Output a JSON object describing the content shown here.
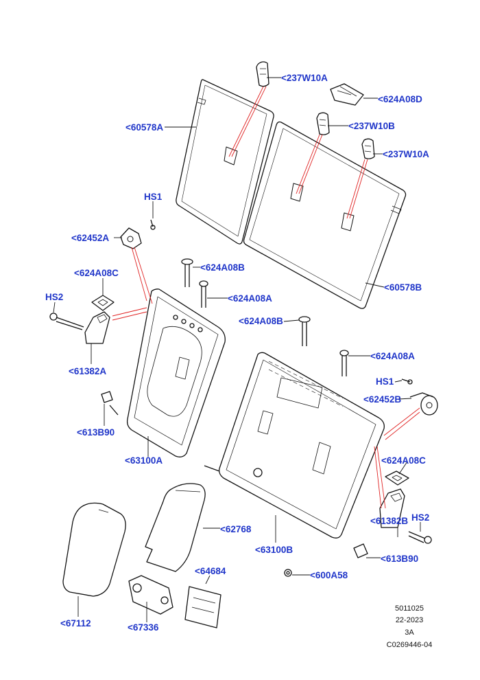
{
  "colors": {
    "label": "#1f35c9",
    "callout": "#e02020",
    "line": "#111111"
  },
  "callouts": {
    "c_237W10A_top": "<237W10A",
    "c_624A08D": "<624A08D",
    "c_60578A": "<60578A",
    "c_237W10B": "<237W10B",
    "c_237W10A_right": "<237W10A",
    "c_HS1_left": "HS1",
    "c_62452A": "<62452A",
    "c_624A08B_left": "<624A08B",
    "c_624A08C_left": "<624A08C",
    "c_624A08A_left": "<624A08A",
    "c_HS2_left": "HS2",
    "c_60578B": "<60578B",
    "c_624A08B_right": "<624A08B",
    "c_61382A": "<61382A",
    "c_624A08A_right": "<624A08A",
    "c_HS1_right": "HS1",
    "c_62452B": "<62452B",
    "c_613B90_left": "<613B90",
    "c_63100A": "<63100A",
    "c_624A08C_right": "<624A08C",
    "c_HS2_right": "HS2",
    "c_62768": "<62768",
    "c_61382B": "<61382B",
    "c_63100B": "<63100B",
    "c_613B90_right": "<613B90",
    "c_64684": "<64684",
    "c_600A58": "<600A58",
    "c_67112": "<67112",
    "c_67336": "<67336"
  },
  "meta": {
    "ref_number": "5011025",
    "date_code": "22-2023",
    "sheet": "3A",
    "catalog_code": "C0269446-04"
  }
}
